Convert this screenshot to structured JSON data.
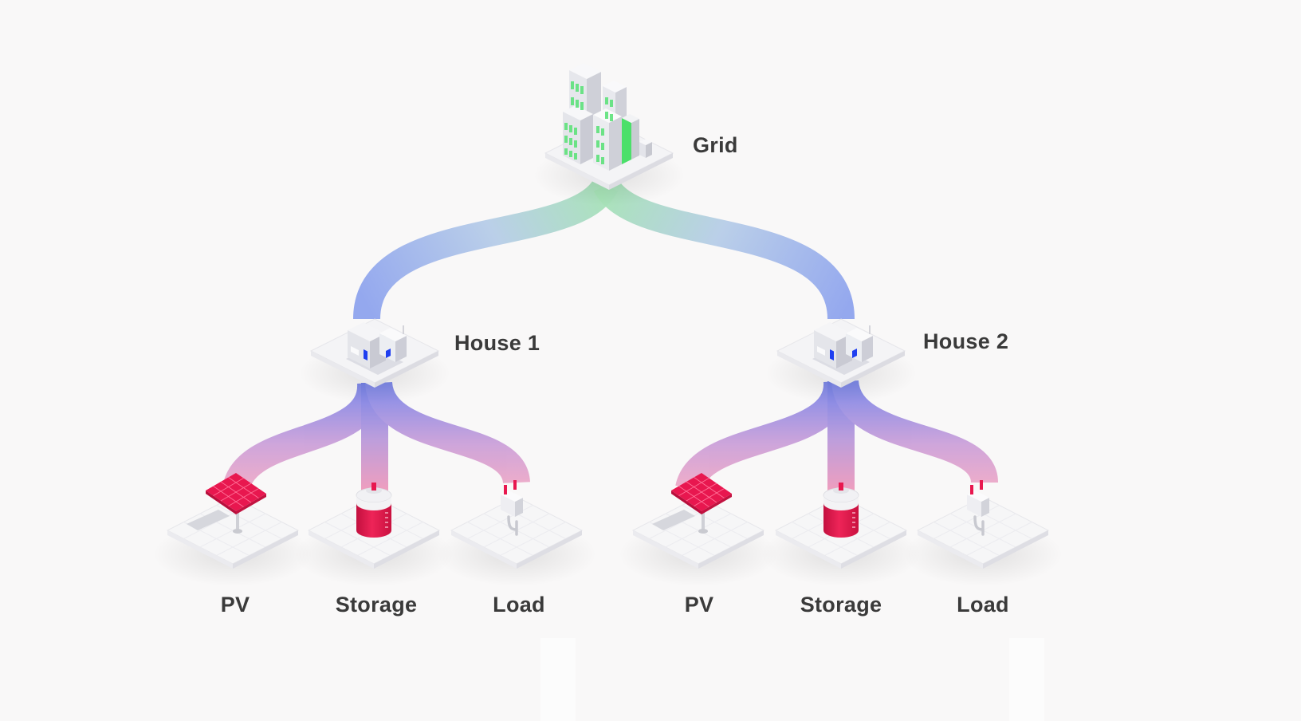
{
  "nodes": {
    "grid": {
      "label": "Grid"
    },
    "house1": {
      "label": "House 1",
      "children": {
        "pv": "PV",
        "storage": "Storage",
        "load": "Load"
      }
    },
    "house2": {
      "label": "House 2",
      "children": {
        "pv": "PV",
        "storage": "Storage",
        "load": "Load"
      }
    }
  },
  "colors": {
    "grid_flow": "#9fdcb0",
    "house_flow": "#8aa2ee",
    "house_flow_dark": "#5a6ee6",
    "device_flow": "#f08ab0",
    "device_red": "#e8174f",
    "window_blue": "#1f3ff0",
    "building_green": "#4be06a",
    "label_text": "#3a3a3a"
  }
}
